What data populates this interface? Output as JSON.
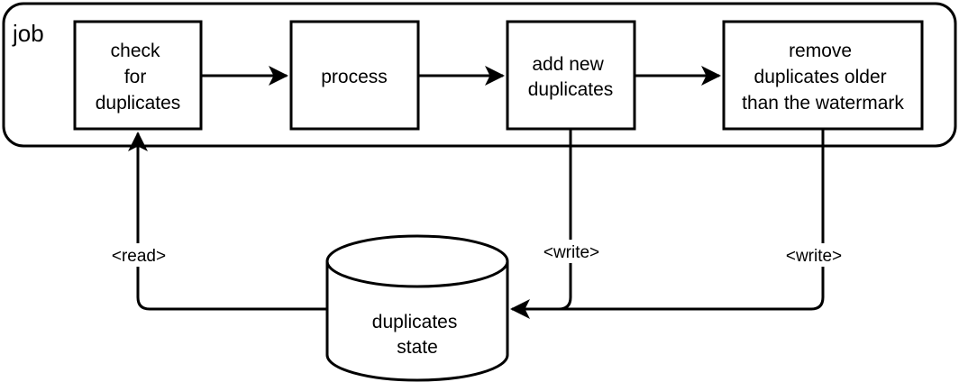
{
  "group": {
    "label": "job"
  },
  "nodes": {
    "check": {
      "lines": [
        "check",
        "for",
        "duplicates"
      ]
    },
    "process": {
      "lines": [
        "process"
      ]
    },
    "add": {
      "lines": [
        "add new",
        "duplicates"
      ]
    },
    "remove": {
      "lines": [
        "remove",
        "duplicates older",
        "than the watermark"
      ]
    },
    "state": {
      "lines": [
        "duplicates",
        "state"
      ]
    }
  },
  "edges": {
    "read": {
      "label": "<read>"
    },
    "write_add": {
      "label": "<write>"
    },
    "write_remove": {
      "label": "<write>"
    }
  },
  "colors": {
    "stroke": "#000000",
    "fill": "#ffffff",
    "text": "#000000"
  }
}
